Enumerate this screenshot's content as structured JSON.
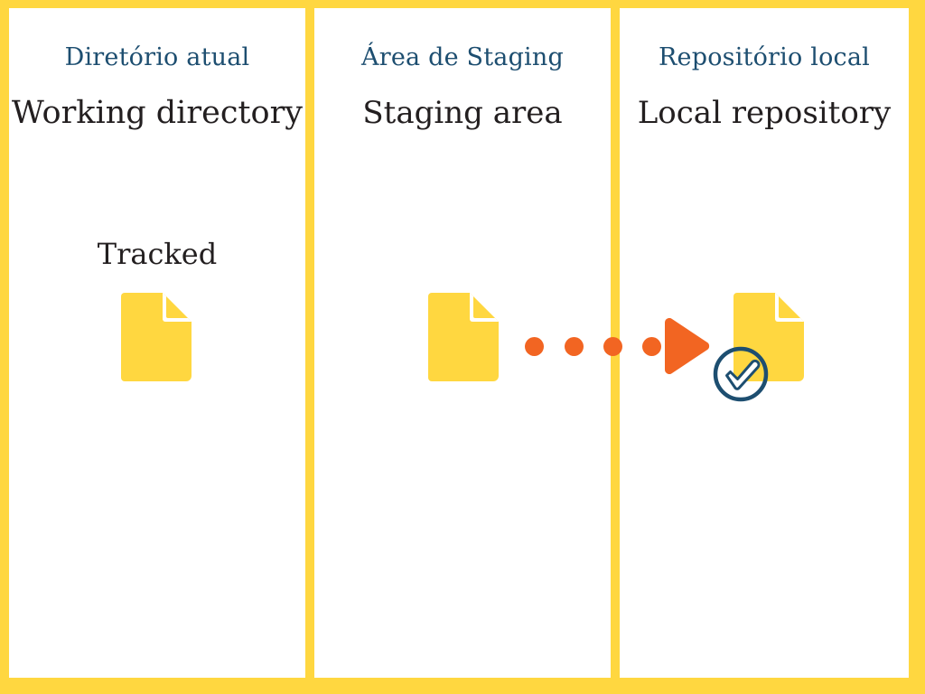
{
  "frame": {
    "border_color": "#ffd740",
    "background": "#ffffff"
  },
  "colors": {
    "frame_yellow": "#ffd740",
    "file_yellow": "#ffd740",
    "subtitle_navy": "#1d4e70",
    "title_black": "#231f20",
    "accent_orange": "#f26522",
    "badge_navy": "#1d4e70"
  },
  "panels": [
    {
      "id": "working-directory",
      "subtitle": "Diretório atual",
      "title": "Working directory",
      "status_label": "Tracked",
      "file_icon": "file-document-icon"
    },
    {
      "id": "staging-area",
      "subtitle": "Área de Staging",
      "title": "Staging area",
      "status_label": "",
      "file_icon": "file-document-icon"
    },
    {
      "id": "local-repository",
      "subtitle": "Repositório local",
      "title": "Local repository",
      "status_label": "",
      "file_icon": "file-document-icon",
      "badge_icon": "check-circle-icon"
    }
  ],
  "flow": {
    "dot_count": 4,
    "dot_icon": "dot-icon",
    "arrow_icon": "play-triangle-arrow-icon",
    "direction": "staging-area-to-local-repository"
  }
}
